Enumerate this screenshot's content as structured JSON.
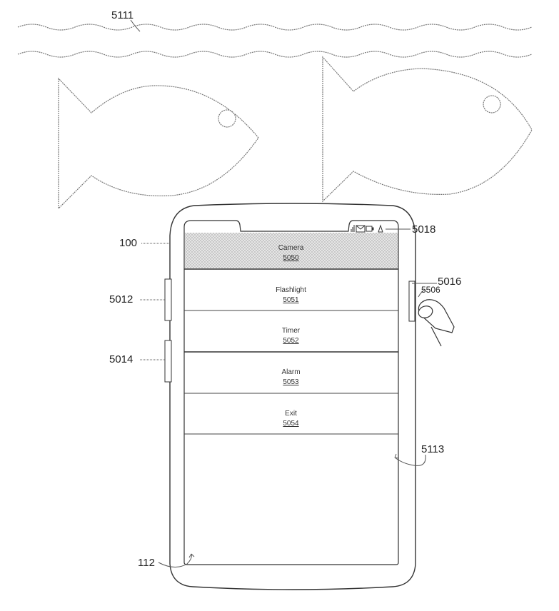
{
  "labels": {
    "water": "5111",
    "device": "100",
    "status_bar": "5018",
    "side_button_upper": "5012",
    "side_button_lower": "5014",
    "right_button": "5016",
    "touch_input": "5506",
    "background_area": "5113",
    "display": "112"
  },
  "menu": [
    {
      "label": "Camera",
      "ref": "5050"
    },
    {
      "label": "Flashlight",
      "ref": "5051"
    },
    {
      "label": "Timer",
      "ref": "5052"
    },
    {
      "label": "Alarm",
      "ref": "5053"
    },
    {
      "label": "Exit",
      "ref": "5054"
    }
  ],
  "status_icons": [
    "signal-icon",
    "mail-icon",
    "battery-icon",
    "bell-icon"
  ],
  "colors": {
    "line": "#555555",
    "highlight_fill": "#d9d9d9"
  }
}
